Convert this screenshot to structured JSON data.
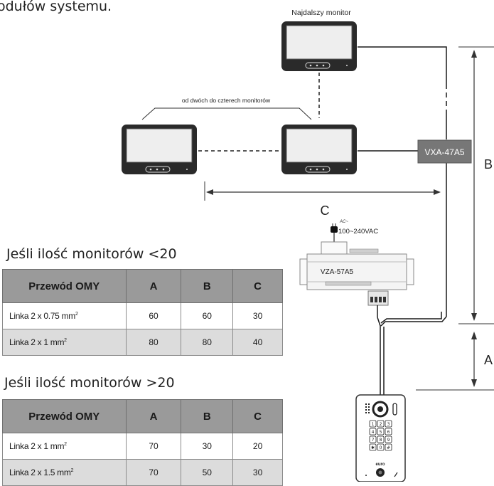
{
  "header_fragment": "odułów systemu.",
  "labels": {
    "farthest_monitor": "Najdalszy monitor",
    "monitor_range": "od dwóch do czterech monitorów",
    "module_vxa": "VXA-47A5",
    "module_vza": "VZA-57A5",
    "dim_a": "A",
    "dim_b": "B",
    "dim_c": "C",
    "ac_mark": "AC~",
    "voltage": "100~240VAC",
    "door_station_brand": "euro",
    "keypad_keys": [
      "1",
      "2",
      "3",
      "4",
      "5",
      "6",
      "7",
      "8",
      "9",
      "✱",
      "0",
      "#"
    ]
  },
  "tables": [
    {
      "title": "Jeśli ilość monitorów <20",
      "headers": [
        "Przewód OMY",
        "A",
        "B",
        "C"
      ],
      "rows": [
        {
          "name": "Linka 2 x 0.75 mm",
          "sup": "2",
          "a": "60",
          "b": "60",
          "c": "30"
        },
        {
          "name": "Linka 2 x 1 mm",
          "sup": "2",
          "a": "80",
          "b": "80",
          "c": "40"
        }
      ]
    },
    {
      "title": "Jeśli ilość monitorów >20",
      "headers": [
        "Przewód OMY",
        "A",
        "B",
        "C"
      ],
      "rows": [
        {
          "name": "Linka 2 x 1 mm",
          "sup": "2",
          "a": "70",
          "b": "30",
          "c": "20"
        },
        {
          "name": "Linka 2 x 1.5 mm",
          "sup": "2",
          "a": "70",
          "b": "50",
          "c": "30"
        }
      ]
    }
  ]
}
